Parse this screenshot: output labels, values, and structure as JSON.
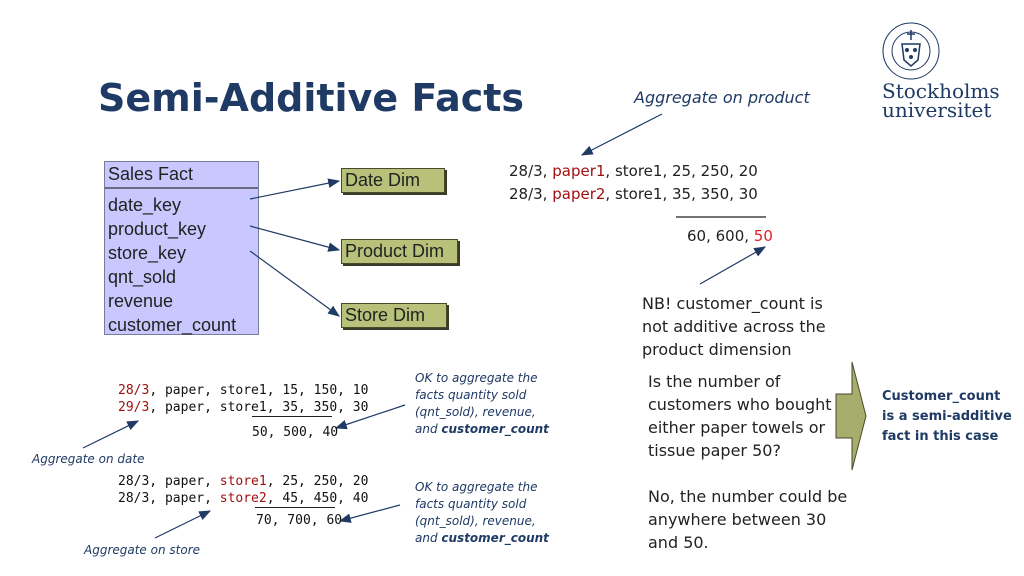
{
  "title": "Semi-Additive Facts",
  "logo": {
    "line1": "Stockholms",
    "line2": "universitet"
  },
  "fact_table": {
    "header": "Sales Fact",
    "fields": [
      "date_key",
      "product_key",
      "store_key",
      "qnt_sold",
      "revenue",
      "customer_count"
    ]
  },
  "dimensions": {
    "date": "Date Dim",
    "product": "Product Dim",
    "store": "Store Dim"
  },
  "product_example": {
    "label": "Aggregate on product",
    "row1": {
      "date": "28/3, ",
      "product": "paper1",
      "rest": ", store1, 25, 250, 20"
    },
    "row2": {
      "date": "28/3, ",
      "product": "paper2",
      "rest": ", store1, 35, 350, 30"
    },
    "sum_prefix": "60, 600, ",
    "sum_highlight": "50",
    "note": [
      "NB! customer_count is",
      "not additive across the",
      "product dimension"
    ]
  },
  "date_example": {
    "row1": {
      "date": "28/3",
      "rest": ", paper, store1, 15,  150, 10"
    },
    "row2": {
      "date": "29/3",
      "rest": ", paper, store1, 35, 350, 30"
    },
    "sum": "50, 500, 40",
    "label": "Aggregate on date"
  },
  "store_example": {
    "row1": {
      "pre": "28/3, paper, ",
      "store": "store1",
      "rest": ", 25, 250, 20"
    },
    "row2": {
      "pre": "28/3, paper, ",
      "store": "store2",
      "rest": ", 45, 450, 40"
    },
    "sum": "70, 700, 60",
    "label": "Aggregate on store"
  },
  "ok_note": {
    "lines": [
      "OK to aggregate the",
      "facts quantity sold",
      "(qnt_sold), revenue,"
    ],
    "last_prefix": "and ",
    "last_bold": "customer_count"
  },
  "question": [
    "Is the number of",
    "customers who bought",
    "either paper towels or",
    "tissue paper 50?"
  ],
  "answer": [
    "No, the number could be",
    "anywhere between 30",
    "and 50."
  ],
  "conclusion": [
    "Customer_count",
    "is a semi-additive",
    "fact in this case"
  ],
  "colors": {
    "title": "#1f3a64",
    "fact_box": "#c8c8ff",
    "dim_box": "#b7c17a",
    "highlight": "#a01010"
  }
}
